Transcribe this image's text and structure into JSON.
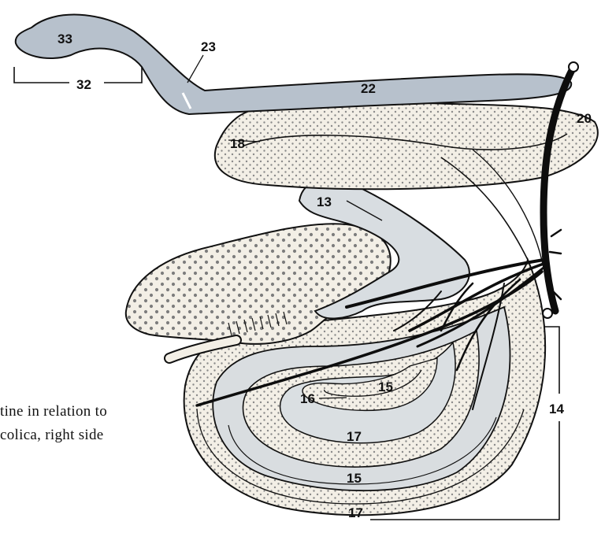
{
  "labels": {
    "l33": "33",
    "l32": "32",
    "l23": "23",
    "l22": "22",
    "l20": "20",
    "l18": "18",
    "l13": "13",
    "l16": "16",
    "l15a": "15",
    "l17a": "17",
    "l15b": "15",
    "l17b": "17",
    "l14": "14"
  },
  "caption": {
    "line1": "tine in relation to",
    "line2": "colica, right side"
  },
  "colors": {
    "grey_intestine": "#b9c3ce",
    "stipple_fill": "#f1ede4",
    "dot": "#8a8a8a",
    "vessel": "#0d0d0d"
  }
}
